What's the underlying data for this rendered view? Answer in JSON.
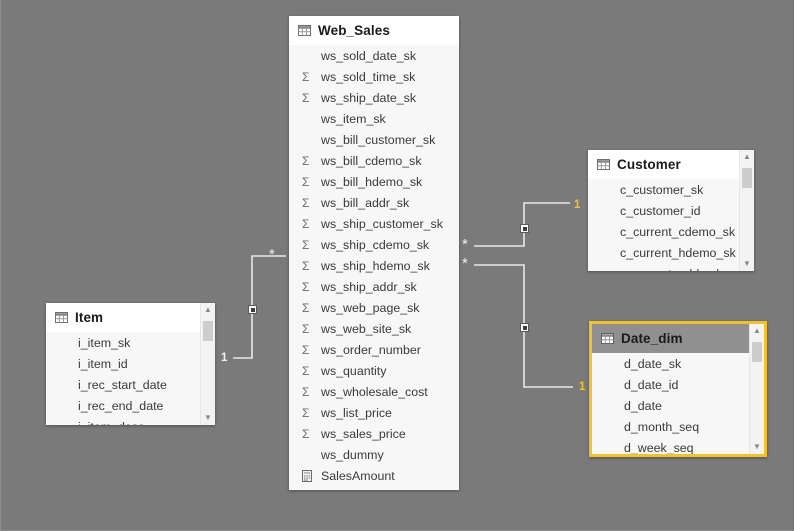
{
  "canvas": {
    "background": "#7a7a7a",
    "selection_color": "#f2c12e"
  },
  "tables": [
    {
      "name": "Web_Sales",
      "title": "Web_Sales",
      "icon": "table-grid-icon",
      "selected": false,
      "scrollbar": false,
      "fields": [
        {
          "label": "ws_sold_date_sk",
          "icon": "column-icon"
        },
        {
          "label": "ws_sold_time_sk",
          "icon": "sigma-icon"
        },
        {
          "label": "ws_ship_date_sk",
          "icon": "sigma-icon"
        },
        {
          "label": "ws_item_sk",
          "icon": "column-icon"
        },
        {
          "label": "ws_bill_customer_sk",
          "icon": "column-icon"
        },
        {
          "label": "ws_bill_cdemo_sk",
          "icon": "sigma-icon"
        },
        {
          "label": "ws_bill_hdemo_sk",
          "icon": "sigma-icon"
        },
        {
          "label": "ws_bill_addr_sk",
          "icon": "sigma-icon"
        },
        {
          "label": "ws_ship_customer_sk",
          "icon": "sigma-icon"
        },
        {
          "label": "ws_ship_cdemo_sk",
          "icon": "sigma-icon"
        },
        {
          "label": "ws_ship_hdemo_sk",
          "icon": "sigma-icon"
        },
        {
          "label": "ws_ship_addr_sk",
          "icon": "sigma-icon"
        },
        {
          "label": "ws_web_page_sk",
          "icon": "sigma-icon"
        },
        {
          "label": "ws_web_site_sk",
          "icon": "sigma-icon"
        },
        {
          "label": "ws_order_number",
          "icon": "sigma-icon"
        },
        {
          "label": "ws_quantity",
          "icon": "sigma-icon"
        },
        {
          "label": "ws_wholesale_cost",
          "icon": "sigma-icon"
        },
        {
          "label": "ws_list_price",
          "icon": "sigma-icon"
        },
        {
          "label": "ws_sales_price",
          "icon": "sigma-icon"
        },
        {
          "label": "ws_dummy",
          "icon": "column-icon"
        },
        {
          "label": "SalesAmount",
          "icon": "measure-calculator-icon"
        }
      ]
    },
    {
      "name": "Item",
      "title": "Item",
      "icon": "table-grid-icon",
      "selected": false,
      "scrollbar": true,
      "fields": [
        {
          "label": "i_item_sk",
          "icon": "column-icon"
        },
        {
          "label": "i_item_id",
          "icon": "column-icon"
        },
        {
          "label": "i_rec_start_date",
          "icon": "column-icon"
        },
        {
          "label": "i_rec_end_date",
          "icon": "column-icon"
        },
        {
          "label": "i_item_desc",
          "icon": "column-icon"
        }
      ]
    },
    {
      "name": "Customer",
      "title": "Customer",
      "icon": "table-grid-icon",
      "selected": false,
      "scrollbar": true,
      "fields": [
        {
          "label": "c_customer_sk",
          "icon": "column-icon"
        },
        {
          "label": "c_customer_id",
          "icon": "column-icon"
        },
        {
          "label": "c_current_cdemo_sk",
          "icon": "column-icon"
        },
        {
          "label": "c_current_hdemo_sk",
          "icon": "column-icon"
        },
        {
          "label": "c_current_addr_sk",
          "icon": "column-icon"
        }
      ]
    },
    {
      "name": "Date_dim",
      "title": "Date_dim",
      "icon": "table-grid-icon",
      "selected": true,
      "scrollbar": true,
      "fields": [
        {
          "label": "d_date_sk",
          "icon": "column-icon"
        },
        {
          "label": "d_date_id",
          "icon": "column-icon"
        },
        {
          "label": "d_date",
          "icon": "column-icon"
        },
        {
          "label": "d_month_seq",
          "icon": "column-icon"
        },
        {
          "label": "d_week_seq",
          "icon": "column-icon"
        }
      ]
    }
  ],
  "relationships": [
    {
      "id": "item-websales",
      "from_table": "Item",
      "to_table": "Web_Sales",
      "from_cardinality": "1",
      "to_cardinality": "*",
      "highlighted": false,
      "cross_filter_icon": "cross-filter-direction-icon"
    },
    {
      "id": "websales-customer",
      "from_table": "Web_Sales",
      "to_table": "Customer",
      "from_cardinality": "*",
      "to_cardinality": "1",
      "highlighted": true,
      "cross_filter_icon": "cross-filter-direction-icon"
    },
    {
      "id": "websales-datedim",
      "from_table": "Web_Sales",
      "to_table": "Date_dim",
      "from_cardinality": "*",
      "to_cardinality": "1",
      "highlighted": true,
      "cross_filter_icon": "cross-filter-direction-icon"
    }
  ],
  "scrollbar": {
    "up_arrow_icon": "chevron-up-icon",
    "down_arrow_icon": "chevron-down-icon"
  }
}
